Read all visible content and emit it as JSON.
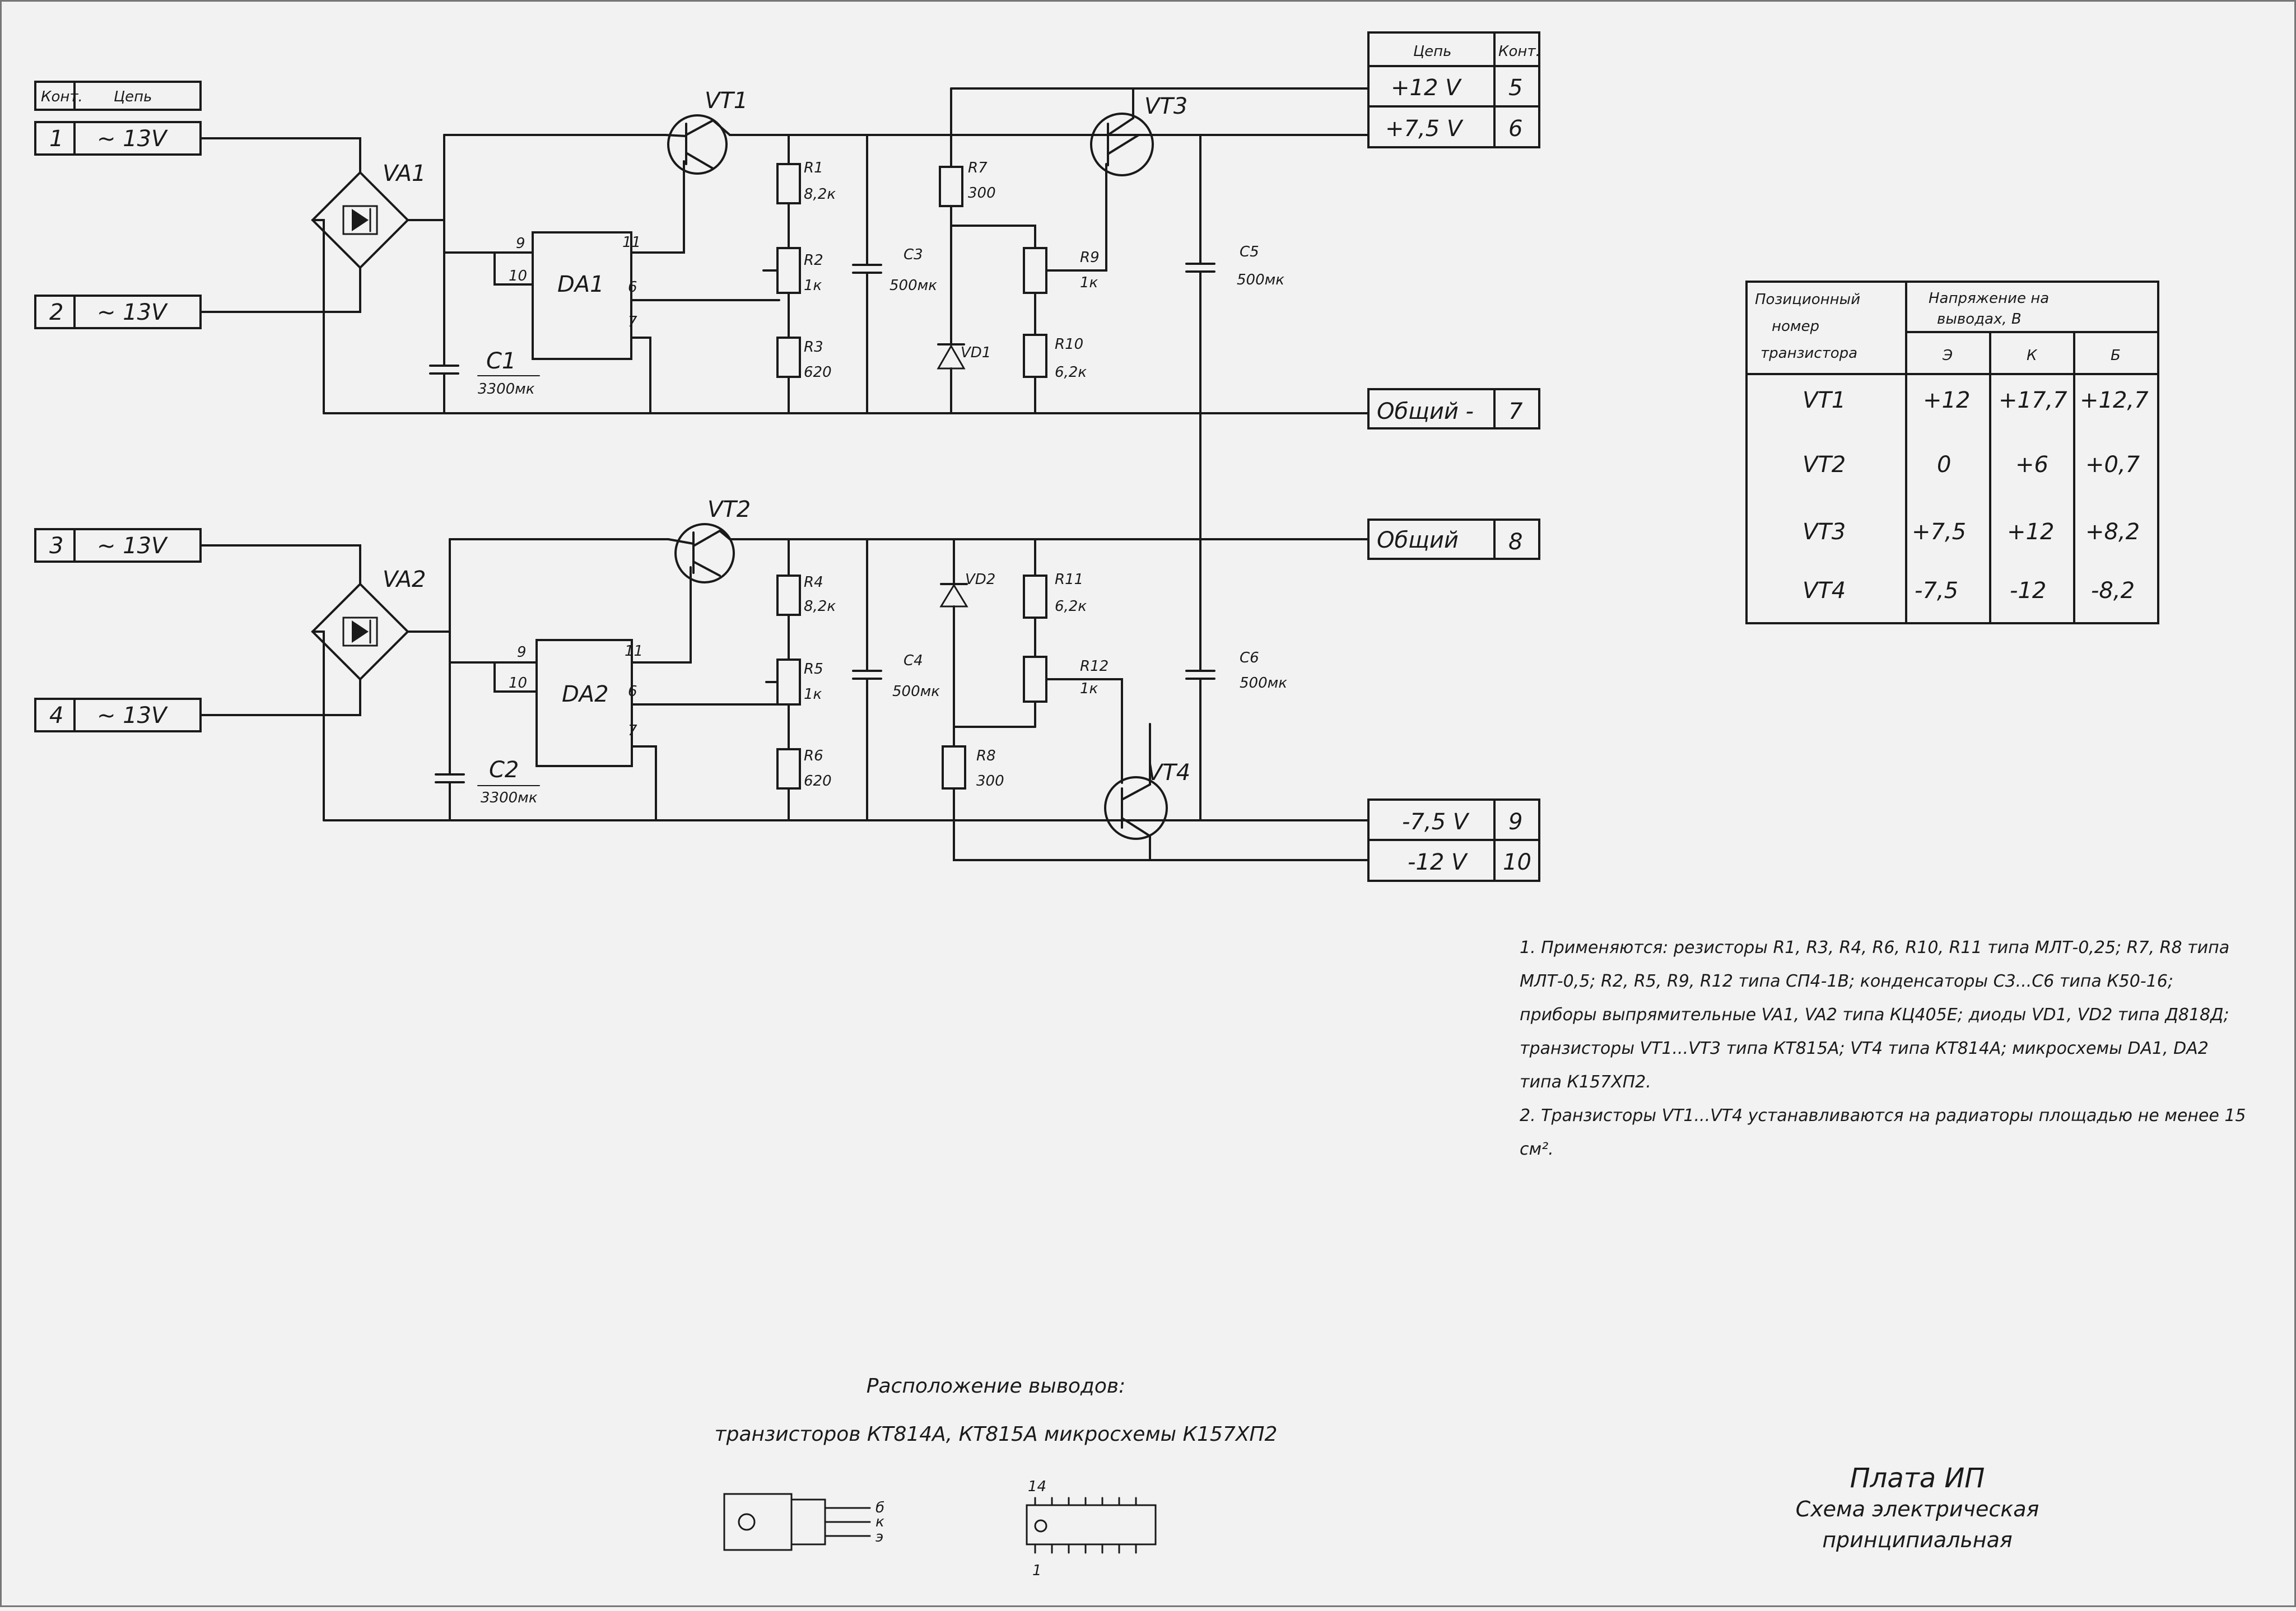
{
  "left_connectors": {
    "header": {
      "cont": "Конт.",
      "circuit": "Цепь"
    },
    "rows": [
      {
        "num": "1",
        "circuit": "~ 13V"
      },
      {
        "num": "2",
        "circuit": "~ 13V"
      },
      {
        "num": "3",
        "circuit": "~ 13V"
      },
      {
        "num": "4",
        "circuit": "~ 13V"
      }
    ]
  },
  "right_connectors": {
    "header": {
      "circuit": "Цепь",
      "cont": "Конт."
    },
    "rows": [
      {
        "circuit": "+12 V",
        "num": "5"
      },
      {
        "circuit": "+7,5 V",
        "num": "6"
      },
      {
        "circuit": "Общий  -",
        "num": "7"
      },
      {
        "circuit": "Общий",
        "num": "8"
      },
      {
        "circuit": "-7,5 V",
        "num": "9"
      },
      {
        "circuit": "-12 V",
        "num": "10"
      }
    ]
  },
  "components": {
    "vt1": "VT1",
    "vt2": "VT2",
    "vt3": "VT3",
    "vt4": "VT4",
    "va1": "VA1",
    "va2": "VA2",
    "da1": "DA1",
    "da2": "DA2",
    "c1": "C1",
    "c1_val": "3300мк",
    "c2": "C2",
    "c2_val": "3300мк",
    "c3": "C3",
    "c3_val": "500мк",
    "c4": "C4",
    "c4_val": "500мк",
    "c5": "C5",
    "c5_val": "500мк",
    "c6": "C6",
    "c6_val": "500мк",
    "r1": "R1",
    "r1_val": "8,2к",
    "r2": "R2",
    "r2_val": "1к",
    "r3": "R3",
    "r3_val": "620",
    "r4": "R4",
    "r4_val": "8,2к",
    "r5": "R5",
    "r5_val": "1к",
    "r6": "R6",
    "r6_val": "620",
    "r7": "R7",
    "r7_val": "300",
    "r8": "R8",
    "r8_val": "300",
    "r9": "R9",
    "r9_val": "1к",
    "r10": "R10",
    "r10_val": "6,2к",
    "r11": "R11",
    "r11_val": "6,2к",
    "r12": "R12",
    "r12_val": "1к",
    "vd1": "VD1",
    "vd2": "VD2",
    "pin9": "9",
    "pin10": "10",
    "pin11": "11",
    "pin6": "6",
    "pin7": "7"
  },
  "voltage_table": {
    "col1": "Позиционный номер транзистора",
    "col_group": "Напряжение на выводах, В",
    "sub": [
      "Э",
      "К",
      "Б"
    ],
    "rows": [
      {
        "name": "VT1",
        "e": "+12",
        "k": "+17,7",
        "b": "+12,7"
      },
      {
        "name": "VT2",
        "e": "0",
        "k": "+6",
        "b": "+0,7"
      },
      {
        "name": "VT3",
        "e": "+7,5",
        "k": "+12",
        "b": "+8,2"
      },
      {
        "name": "VT4",
        "e": "-7,5",
        "k": "-12",
        "b": "-8,2"
      }
    ]
  },
  "notes": {
    "n1": "1. Применяются: резисторы R1, R3, R4, R6, R10, R11 типа МЛТ-0,25; R7, R8 типа МЛТ-0,5; R2, R5, R9, R12 типа СП4-1В; конденсаторы С3...С6 типа К50-16; приборы выпрямительные VA1, VA2 типа КЦ405Е; диоды VD1, VD2 типа Д818Д; транзисторы VT1...VT3 типа КТ815А; VT4 типа КТ814А; микросхемы DA1, DA2 типа К157ХП2.",
    "n2": "2. Транзисторы VT1...VT4 устанавливаются на радиаторы площадью не менее 15 см²."
  },
  "pinout": {
    "title": "Расположение выводов:",
    "subtitle": "транзисторов КТ814А, КТ815А микросхемы К157ХП2",
    "b": "б",
    "k": "к",
    "e": "э",
    "pin14": "14",
    "pin1": "1"
  },
  "stamp": {
    "title": "Плата ИП",
    "line1": "Схема электрическая",
    "line2": "принципиальная"
  }
}
